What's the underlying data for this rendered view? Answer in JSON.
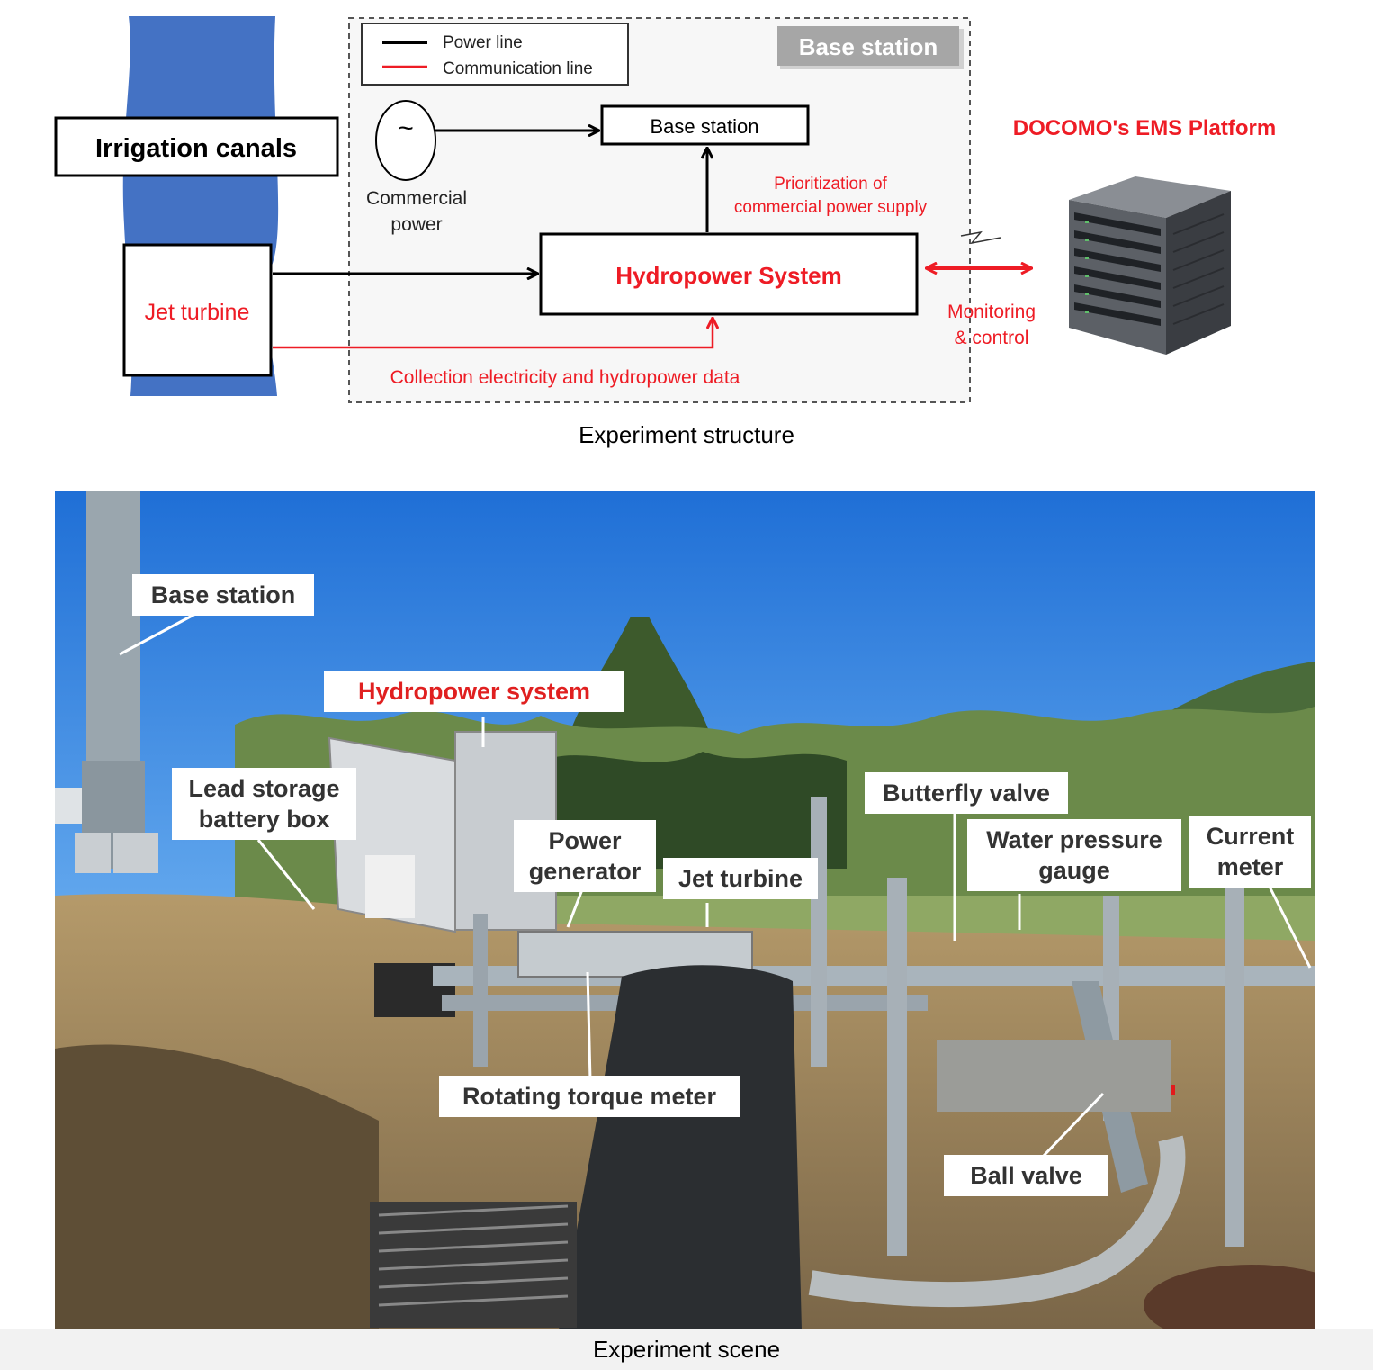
{
  "diagram": {
    "legend": {
      "power_line": "Power line",
      "communication_line": "Communication line"
    },
    "base_station_title": "Base station",
    "irrigation_canals": "Irrigation canals",
    "jet_turbine": "Jet turbine",
    "commercial_power": [
      "Commercial",
      "power"
    ],
    "ac_symbol": "~",
    "base_station_box": "Base station",
    "prioritization": [
      "Prioritization of",
      "commercial power supply"
    ],
    "hydropower_system": "Hydropower System",
    "collection": "Collection electricity and hydropower data",
    "ems_platform": "DOCOMO's EMS Platform",
    "monitoring": [
      "Monitoring",
      "& control"
    ],
    "colors": {
      "red": "#ee1c25",
      "canal_blue": "#4472c4",
      "label_gray": "#a6a6a6"
    }
  },
  "captions": {
    "structure": "Experiment structure",
    "scene": "Experiment scene"
  },
  "photo_labels": {
    "base_station": "Base station",
    "hydropower_system": "Hydropower system",
    "lead_storage": [
      "Lead storage",
      "battery box"
    ],
    "power_generator": [
      "Power",
      "generator"
    ],
    "jet_turbine": "Jet turbine",
    "butterfly_valve": "Butterfly valve",
    "water_pressure": [
      "Water pressure",
      "gauge"
    ],
    "current_meter": [
      "Current",
      "meter"
    ],
    "rotating_torque": "Rotating torque meter",
    "ball_valve": "Ball valve"
  }
}
